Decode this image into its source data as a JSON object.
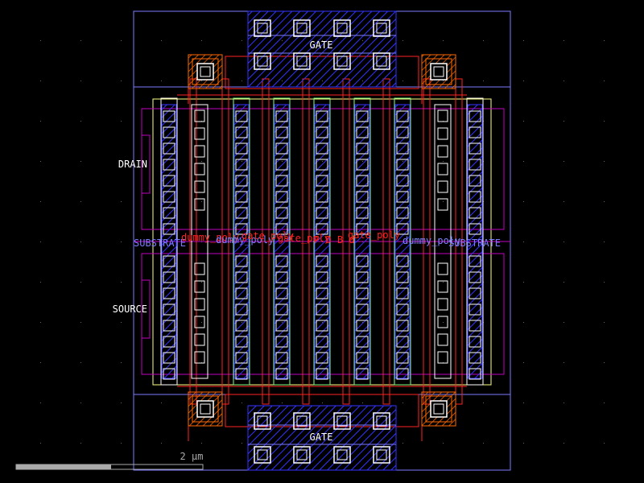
{
  "labels": {
    "gate_top": "GATE",
    "gate_bottom": "GATE",
    "drain": "DRAIN",
    "source": "SOURCE",
    "substrate_left": "SUBSTRATE",
    "substrate_right": "SUBSTRATE",
    "scale_bar": "2 µm",
    "overlap": [
      {
        "text": "dummy_poly",
        "color": "#ff2222"
      },
      {
        "text": "dummy_poly",
        "color": "#8080ff"
      },
      {
        "text": "gate_poly",
        "color": "#ff2222"
      },
      {
        "text": "gate_poly",
        "color": "#ff2222"
      },
      {
        "text": "P D B d",
        "color": "#ff2222"
      },
      {
        "text": "gate_poly",
        "color": "#ff2222"
      },
      {
        "text": "dummy_poly",
        "color": "#8080ff"
      }
    ]
  },
  "colors": {
    "background": "#000000",
    "boundary": "#7a7aff",
    "metal": "#3434ff",
    "poly": "#ff2222",
    "nwell": "#c000c0",
    "active": "#ffff80",
    "gate_poly": "#80ff80",
    "contact": "#ffffff",
    "via": "#ff6a00",
    "grid": "#555555",
    "label_white": "#ffffff"
  }
}
